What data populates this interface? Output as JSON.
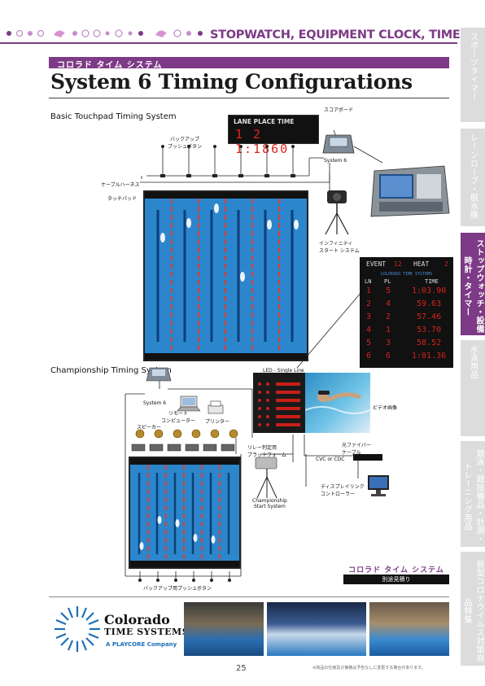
{
  "header": {
    "title": "STOPWATCH, EQUIPMENT CLOCK, TIMER",
    "accent": "#7d3a86"
  },
  "side_tabs": [
    {
      "label": "スポーツタイマー",
      "active": false
    },
    {
      "label": "レーンロープ・脱水機",
      "active": false
    },
    {
      "label": "ストップウォッチ・設備時計・タイマー",
      "active": true
    },
    {
      "label": "水泳用品",
      "active": false
    },
    {
      "label": "競泳・競技備品・計測・トレーニング用品",
      "active": false
    },
    {
      "label": "新型コロナウイルス対策商品特集",
      "active": false
    }
  ],
  "section": {
    "band_label": "コロラド タイム システム",
    "title": "System 6 Timing Configurations"
  },
  "basic": {
    "label": "Basic Touchpad Timing System",
    "scoreboard_caption": "スコアボード",
    "scoreboard_top": "LANE PLACE      TIME",
    "scoreboard_values": "1  2   1:1860",
    "backup_button": "バックアップ\nプッシュボタン",
    "cable_harness": "ケーブルハーネス",
    "touchpad": "タッチパッド",
    "system6": "System 6",
    "infinity_start": "インフィニティ\nスタート システム"
  },
  "results_board": {
    "event_label": "EVENT",
    "event_value": "12",
    "heat_label": "HEAT",
    "heat_value": "2",
    "brand": "COLORADO TIME SYSTEMS",
    "headers": [
      "LN",
      "PL",
      "TIME"
    ],
    "rows": [
      [
        "1",
        "5",
        "1:03.90"
      ],
      [
        "2",
        "4",
        "59.63"
      ],
      [
        "3",
        "2",
        "57.46"
      ],
      [
        "4",
        "1",
        "53.70"
      ],
      [
        "5",
        "3",
        "58.52"
      ],
      [
        "6",
        "6",
        "1:01.36"
      ]
    ]
  },
  "championship": {
    "label": "Championship Timing System",
    "system6": "System 6",
    "remote_pc": "リモート\nコンピューター",
    "printer": "プリンター",
    "speaker": "スピーカー",
    "relay_platform": "リレー判定用\nプラットフォーム",
    "start_system": "Championship\nStart System",
    "led_label": "LED - Single Line",
    "video_label": "ビデオ画像",
    "fiber_cable": "光ファイバー\nケーブル",
    "cvc_cdc": "CVC or CDC",
    "display_controller": "ディスプレイリンク\nコントローラー",
    "backup_button": "バックアップ用プッシュボタン"
  },
  "footer_badge": {
    "brand": "コロラド タイム システム",
    "note": "別途見積り"
  },
  "logo": {
    "line1": "Colorado",
    "line2": "TIME SYSTEMS",
    "line3": "A PLAYCORE Company"
  },
  "page_number": "25",
  "footnote": "※商品の仕様及び価格は予告なしに変更する場合があります。"
}
